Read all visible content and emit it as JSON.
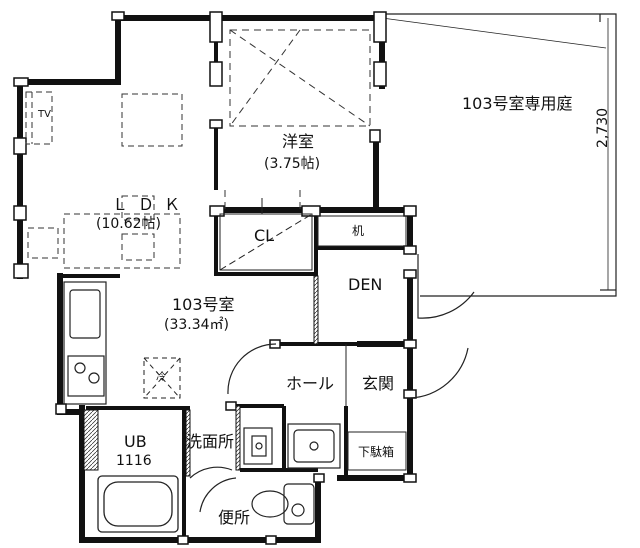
{
  "rooms": {
    "ldk": {
      "name": "ＬＤＫ",
      "area": "(10.62帖)"
    },
    "western": {
      "name": "洋室",
      "area": "(3.75帖)"
    },
    "unit": {
      "name": "103号室",
      "area": "(33.34㎡)"
    },
    "den": {
      "name": "DEN"
    },
    "hall": {
      "name": "ホール"
    },
    "entrance": {
      "name": "玄関"
    },
    "washroom": {
      "name": "洗面所"
    },
    "toilet": {
      "name": "便所"
    },
    "closet": {
      "name": "CL"
    },
    "desk": {
      "name": "机"
    },
    "shoe_box": {
      "name": "下駄箱"
    },
    "unit_bath": {
      "name": "UB",
      "size": "1116"
    },
    "fridge": {
      "name": "冷"
    },
    "tv": {
      "name": "TV"
    },
    "garden": {
      "name": "103号室専用庭",
      "dimension": "2,730"
    }
  }
}
